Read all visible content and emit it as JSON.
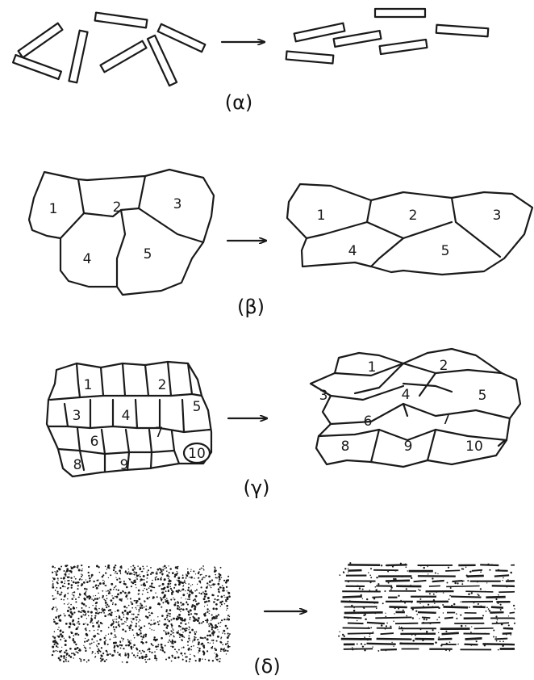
{
  "panels": {
    "alpha": {
      "label": "(α)"
    },
    "beta": {
      "label": "(β)",
      "grains_before": [
        "1",
        "2",
        "3",
        "4",
        "5"
      ],
      "grains_after": [
        "1",
        "2",
        "3",
        "4",
        "5"
      ]
    },
    "gamma": {
      "label": "(γ)",
      "grains_before": [
        "1",
        "2",
        "3",
        "4",
        "5",
        "6",
        "7",
        "8",
        "9",
        "10"
      ],
      "grains_after": [
        "1",
        "2",
        "3",
        "4",
        "5",
        "6",
        "7",
        "8",
        "9",
        "10"
      ]
    },
    "delta": {
      "label": "(δ)"
    }
  },
  "colors": {
    "ink": "#1a1a1a",
    "background": "#ffffff"
  }
}
